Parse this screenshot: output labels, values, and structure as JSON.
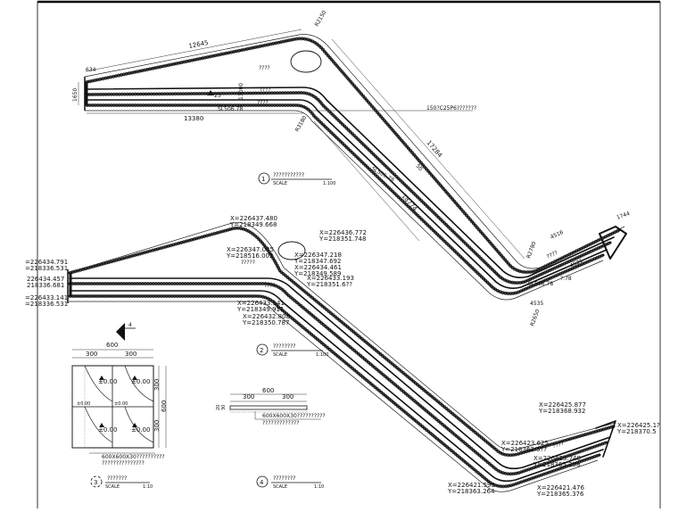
{
  "border": {
    "top": "#000000",
    "line_color": "#111111"
  },
  "plan1": {
    "dims": {
      "top_length": "12645",
      "left_small": "634",
      "left_height": "1650",
      "bottom_length": "13380",
      "corner_r": "R2150",
      "radius_left": "R3180",
      "diag_length": "17284",
      "diag_length2": "18774",
      "mid_value": "50",
      "right_a": "4516",
      "right_b": "1744",
      "right_c": "4521",
      "right_d": "4535",
      "right_r1": "R2780",
      "right_r2": "R2650"
    },
    "labels": {
      "q1": "????",
      "q2": "????",
      "q3": "????",
      "vertical_note": "13000",
      "level_left": "SL506.78",
      "level_diag": "SL506.78",
      "level_right": "SL506.78",
      "level_right2": "?.78",
      "rebar_note": "150?C25P6???????",
      "mark_23": "23",
      "right_q": "????"
    },
    "caption": {
      "number": "1",
      "title": "???????????",
      "scale": "SCALE",
      "ratio": "1:100"
    }
  },
  "plan2": {
    "coords": {
      "c1": "X=226437.480",
      "c1y": "Y=218349.668",
      "c2": "X=226436.772",
      "c2y": "Y=218351.748",
      "c3": "X=226347.035",
      "c3y": "Y=218516.002",
      "c3q": "?????",
      "c4": "X=226347.218",
      "c4y": "Y=218347.692",
      "c5": "X=226434.461",
      "c5y": "Y=218349.589",
      "c6": "X=226433.193",
      "c6y": "Y=218351.6??",
      "c7": "X=226433.141",
      "c7y": "Y=218349.911",
      "c8": "X=226432.808",
      "c8y": "Y=218350.787",
      "c9": "=226434.791",
      "c9y": "=218336.531",
      "c10": "226434.457",
      "c10y": "218336.681",
      "c11": "=226433.141",
      "c11y": "=218336.531",
      "q": "????"
    },
    "right_coords": {
      "r1": "X=226425.877",
      "r1y": "Y=218368.932",
      "r2": "X=226425.1?",
      "r2y": "Y=218370.5",
      "r3": "X=226423.625",
      "r3y": "Y=218362.5??",
      "r4": "X=226423.748",
      "r4y": "Y=218365.258",
      "r5": "X=226421.595",
      "r5y": "Y=218363.264",
      "r6": "X=226421.476",
      "r6y": "Y=218365.376",
      "rq": "????"
    },
    "caption": {
      "number": "2",
      "title": "????????",
      "scale": "SCALE",
      "ratio": "1:100"
    }
  },
  "detail3": {
    "dims": {
      "total": "600",
      "half_a": "300",
      "half_b": "300",
      "side_a": "300",
      "side_b": "300",
      "side_total": "600"
    },
    "levels": [
      "±0.00",
      "±0.00",
      "±0.00",
      "±0.00"
    ],
    "levels_small": [
      "±0.00",
      "±0.00"
    ],
    "note": "600X600X30??????????",
    "note2": "???????????????",
    "section_mark": "4",
    "caption": {
      "number": "3",
      "title": "???????",
      "scale": "SCALE",
      "ratio": "1:10"
    }
  },
  "detail4": {
    "dims": {
      "total": "600",
      "half_a": "300",
      "half_b": "300",
      "side": "20",
      "side2": "30"
    },
    "note": "600X600X30??????????",
    "note2": "?????????????",
    "caption": {
      "number": "4",
      "title": "????????",
      "scale": "SCALE",
      "ratio": "1:10"
    }
  }
}
